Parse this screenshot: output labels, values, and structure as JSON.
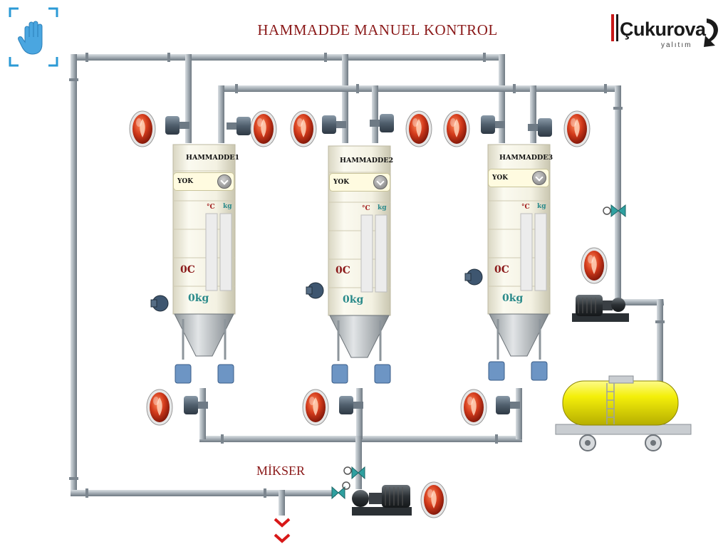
{
  "header": {
    "title": "HAMMADDE MANUEL KONTROL",
    "logo_text": "Çukurova",
    "logo_subtext": "yalıtım"
  },
  "toolbar": {
    "mode_icon": "hand-icon"
  },
  "tanks": [
    {
      "name": "HAMMADDE1",
      "selection": "YOK",
      "temp_unit": "°C",
      "weight_unit": "kg",
      "temperature": "0C",
      "weight": "0kg"
    },
    {
      "name": "HAMMADDE2",
      "selection": "YOK",
      "temp_unit": "°C",
      "weight_unit": "kg",
      "temperature": "0C",
      "weight": "0kg"
    },
    {
      "name": "HAMMADDE3",
      "selection": "YOK",
      "temp_unit": "°C",
      "weight_unit": "kg",
      "temperature": "0C",
      "weight": "0kg"
    }
  ],
  "mixer": {
    "label": "MİKSER"
  },
  "colors": {
    "pipe": "#9aa4ad",
    "title": "#8b1a1a",
    "tank_body": "#f4f2e4",
    "tanker": "#f2ee0a",
    "indicator": "#c0391b",
    "kg_text": "#2a8a8a"
  }
}
